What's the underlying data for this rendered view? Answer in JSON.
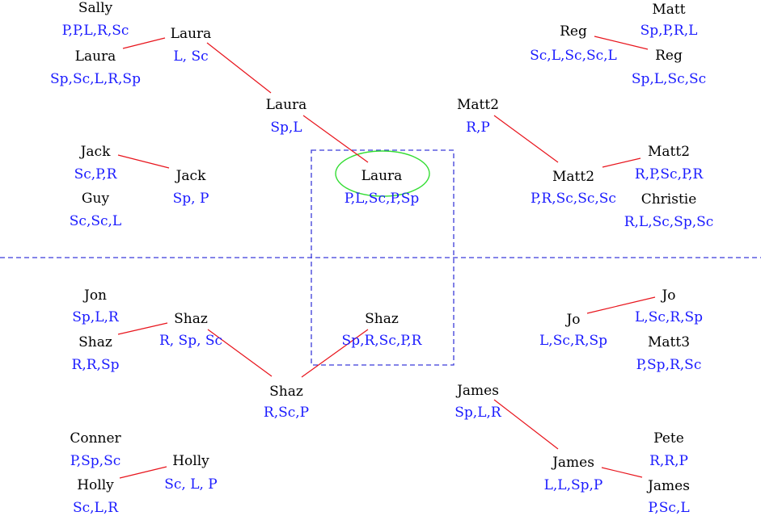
{
  "colors": {
    "name_text": "#000000",
    "moves_text": "#1a1aff",
    "edge": "#e8141c",
    "divider": "#3b3bd9",
    "highlight_box": "#3b3bd9",
    "winner_circle": "#33dd33"
  },
  "nodes": [
    {
      "id": "sally",
      "name": "Sally",
      "moves": "P,P,L,R,Sc"
    },
    {
      "id": "laura-r1",
      "name": "Laura",
      "moves": "Sp,Sc,L,R,Sp"
    },
    {
      "id": "laura-r2-top",
      "name": "Laura",
      "moves": "L, Sc"
    },
    {
      "id": "jack-r1",
      "name": "Jack",
      "moves": "Sc,P,R"
    },
    {
      "id": "guy",
      "name": "Guy",
      "moves": "Sc,Sc,L"
    },
    {
      "id": "jack-r2",
      "name": "Jack",
      "moves": "Sp, P"
    },
    {
      "id": "laura-r3",
      "name": "Laura",
      "moves": "Sp,L"
    },
    {
      "id": "laura-final",
      "name": "Laura",
      "moves": "P,L,Sc,P,Sp"
    },
    {
      "id": "matt",
      "name": "Matt",
      "moves": "Sp,P,R,L"
    },
    {
      "id": "reg-r2",
      "name": "Reg",
      "moves": "Sc,L,Sc,Sc,L"
    },
    {
      "id": "reg-r1",
      "name": "Reg",
      "moves": "Sp,L,Sc,Sc"
    },
    {
      "id": "matt2-r3",
      "name": "Matt2",
      "moves": "R,P"
    },
    {
      "id": "matt2-r1",
      "name": "Matt2",
      "moves": "R,P,Sc,P,R"
    },
    {
      "id": "matt2-r2",
      "name": "Matt2",
      "moves": "P,R,Sc,Sc,Sc"
    },
    {
      "id": "christie",
      "name": "Christie",
      "moves": "R,L,Sc,Sp,Sc"
    },
    {
      "id": "jon",
      "name": "Jon",
      "moves": "Sp,L,R"
    },
    {
      "id": "shaz-r1",
      "name": "Shaz",
      "moves": "R,R,Sp"
    },
    {
      "id": "shaz-r2",
      "name": "Shaz",
      "moves": "R, Sp, Sc"
    },
    {
      "id": "shaz-final",
      "name": "Shaz",
      "moves": "Sp,R,Sc,P,R"
    },
    {
      "id": "shaz-r3",
      "name": "Shaz",
      "moves": "R,Sc,P"
    },
    {
      "id": "conner",
      "name": "Conner",
      "moves": "P,Sp,Sc"
    },
    {
      "id": "holly-r1",
      "name": "Holly",
      "moves": "Sc,L,R"
    },
    {
      "id": "holly-r2",
      "name": "Holly",
      "moves": "Sc, L, P"
    },
    {
      "id": "jo-r1",
      "name": "Jo",
      "moves": "L,Sc,R,Sp"
    },
    {
      "id": "jo-r2",
      "name": "Jo",
      "moves": "L,Sc,R,Sp"
    },
    {
      "id": "matt3",
      "name": "Matt3",
      "moves": "P,Sp,R,Sc"
    },
    {
      "id": "james-r3",
      "name": "James",
      "moves": "Sp,L,R"
    },
    {
      "id": "james-r2",
      "name": "James",
      "moves": "L,L,Sp,P"
    },
    {
      "id": "pete",
      "name": "Pete",
      "moves": "R,R,P"
    },
    {
      "id": "james-r1",
      "name": "James",
      "moves": "P,Sc,L"
    }
  ]
}
